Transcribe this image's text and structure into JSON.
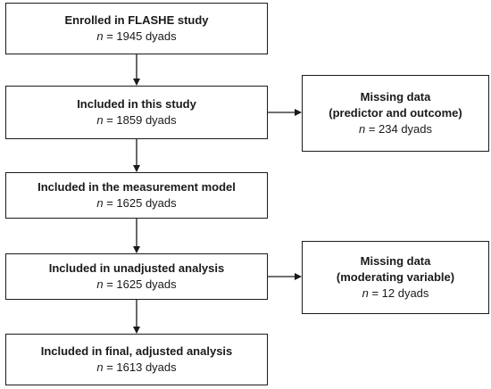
{
  "boxes": {
    "enrolled": {
      "title": "Enrolled in FLASHE study",
      "n_label": "n",
      "count_text": " = 1945 dyads"
    },
    "included_study": {
      "title": "Included in this study",
      "n_label": "n",
      "count_text": " = 1859 dyads"
    },
    "missing_predictor_outcome": {
      "title_line1": "Missing data",
      "title_line2": "(predictor and outcome)",
      "n_label": "n",
      "count_text": " = 234 dyads"
    },
    "measurement_model": {
      "title": "Included in the measurement model",
      "n_label": "n",
      "count_text": " = 1625 dyads"
    },
    "unadjusted_analysis": {
      "title": "Included in unadjusted analysis",
      "n_label": "n",
      "count_text": " = 1625 dyads"
    },
    "missing_moderating": {
      "title_line1": "Missing data",
      "title_line2": "(moderating variable)",
      "n_label": "n",
      "count_text": " = 12 dyads"
    },
    "final_adjusted": {
      "title": "Included in final, adjusted analysis",
      "n_label": "n",
      "count_text": " = 1613 dyads"
    }
  },
  "colors": {
    "line": "#1a1a1a",
    "background": "#ffffff"
  }
}
